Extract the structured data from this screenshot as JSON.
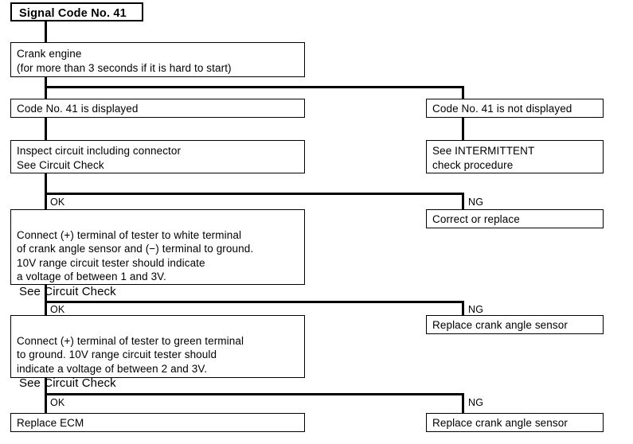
{
  "diagram": {
    "type": "flowchart",
    "title": "Signal Code No. 41",
    "nodes": {
      "title_box": "Signal Code No. 41",
      "crank_engine": "Crank engine\n(for more than 3 seconds if it is hard to start)",
      "code_displayed": "Code No. 41 is displayed",
      "code_not_displayed": "Code No. 41 is not displayed",
      "inspect_circuit": "Inspect circuit including connector\n See Circuit Check",
      "see_intermittent": "See INTERMITTENT\ncheck procedure",
      "test_white_terminal": "Connect (+) terminal of tester to white terminal\nof crank angle sensor and (−) terminal to ground.\n10V range circuit tester should indicate\na voltage of between 1 and 3V.",
      "test_white_terminal_note": "See Circuit Check",
      "correct_or_replace": "Correct or replace",
      "test_green_terminal": "Connect (+) terminal of tester to green terminal\nto ground. 10V range circuit tester should\nindicate a voltage of between 2 and 3V.",
      "test_green_terminal_note": " See Circuit Check",
      "replace_sensor_1": "Replace crank angle sensor",
      "replace_ecm": "Replace ECM",
      "replace_sensor_2": "Replace crank angle sensor"
    },
    "branch_labels": {
      "ok_1": "OK",
      "ng_1": "NG",
      "ok_2": "OK",
      "ng_2": "NG",
      "ok_3": "OK",
      "ng_3": "NG"
    },
    "colors": {
      "line": "#000000",
      "box_border": "#000000",
      "background": "#ffffff",
      "text": "#000000"
    }
  }
}
